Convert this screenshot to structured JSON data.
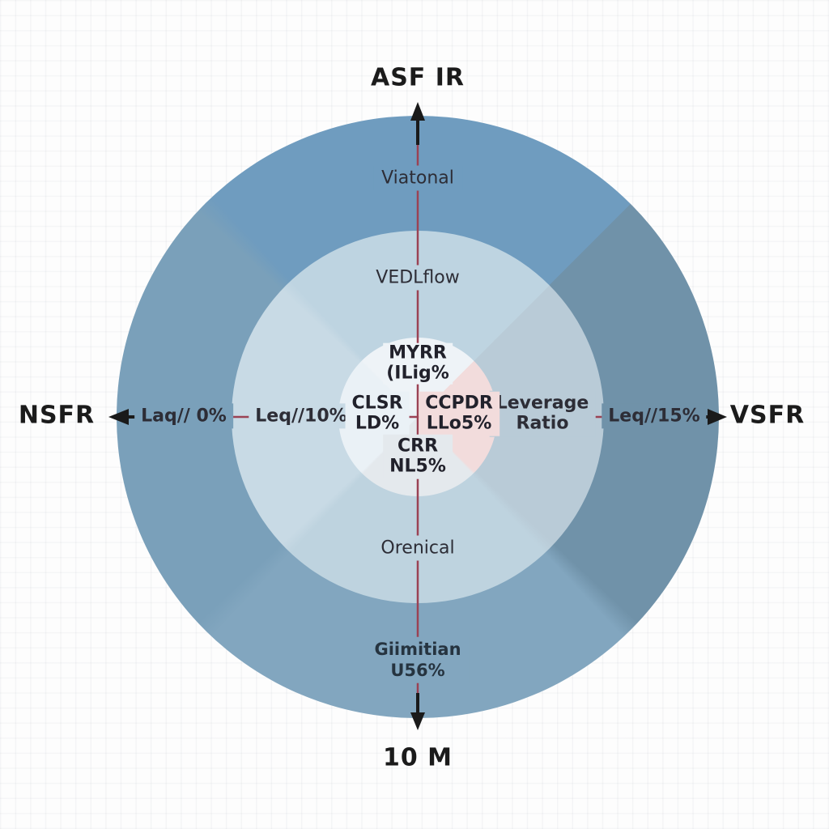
{
  "axes": {
    "top_label": "ASF IR",
    "bottom_label": "10 M",
    "left_label": "NSFR",
    "right_label": "VSFR"
  },
  "ring_labels": {
    "outer_top": "Viatonal",
    "middle_top": "VEDLflow",
    "middle_bottom": "Orenical",
    "outer_bottom_line1": "Giimitian",
    "outer_bottom_line2": "U56%"
  },
  "ticks": {
    "outer_left": "Laq// 0%",
    "middle_left": "Leq//10%",
    "middle_right_line1": "Leverage",
    "middle_right_line2": "Ratio",
    "outer_right": "Leq//15%"
  },
  "center_labels": {
    "top_line1": "MYRR",
    "top_line2": "(ILig%",
    "left_line1": "CLSR",
    "left_line2": "LD%",
    "right_line1": "CCPDR",
    "right_line2": "LLo5%",
    "bottom_line1": "CRR",
    "bottom_line2": "NL5%"
  },
  "colors": {
    "outer_ring_north": "#6f9cbf",
    "outer_ring_east": "#7092a9",
    "outer_ring_south": "#82a6bf",
    "outer_ring_west": "#7aa0ba",
    "middle_ring_north": "#bed4e1",
    "middle_ring_east": "#b9cbd7",
    "middle_ring_south": "#bed3df",
    "middle_ring_west": "#c8dae5",
    "inner_north": "#eef3f7",
    "inner_east_pink": "#f2dcdc",
    "inner_south": "#e4e9ed",
    "inner_west": "#eaf1f6",
    "axis_line": "#9b4254",
    "arrow": "#1a1a1a"
  }
}
